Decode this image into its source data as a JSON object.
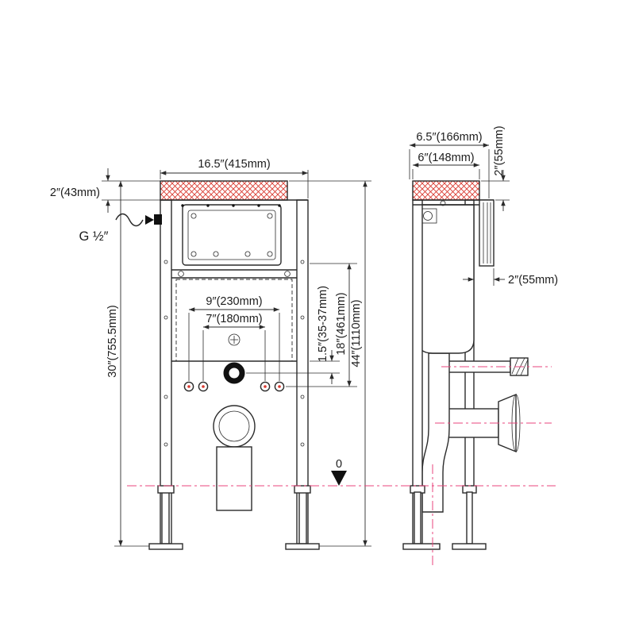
{
  "diagram": {
    "front_view": {
      "dim_width_top": "16.5″(415mm)",
      "dim_lid_height": "2″(43mm)",
      "inlet_thread_label": "G ½″",
      "dim_frame_height": "30″(755.5mm)",
      "dim_bolt_span_outer": "9″(230mm)",
      "dim_bolt_span_inner": "7″(180mm)",
      "dim_offset_small": "1.5″(35-37mm)",
      "dim_mid_height": "18″(461mm)",
      "dim_total_height": "44″(1110mm)",
      "datum_zero": "0"
    },
    "side_view": {
      "dim_depth_overall": "6.5″(166mm)",
      "dim_depth_frame": "6″(148mm)",
      "dim_lid_height": "2″(55mm)",
      "dim_wall_gap": "2″(55mm)"
    }
  },
  "colors": {
    "line": "#2b2b2b",
    "hatch_red": "#d93a30",
    "centerline_pink": "#e8467c"
  }
}
